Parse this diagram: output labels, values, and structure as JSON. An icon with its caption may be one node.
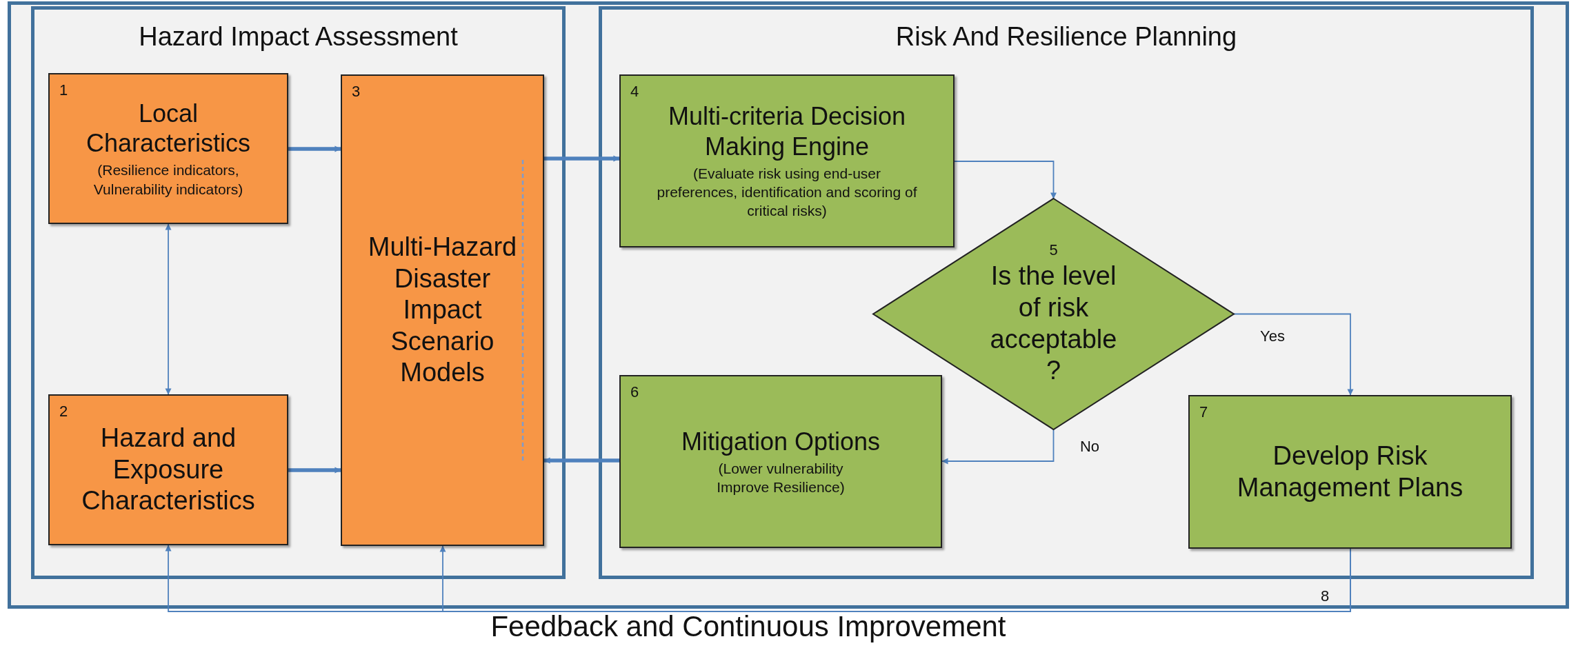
{
  "diagram": {
    "nodes": [
      {
        "text": [
          "Hazard Impact Assessment"
        ]
      },
      {
        "text": [
          "1",
          "Local Characteristics",
          "(Resilience indicators, Vulnerability indicators)"
        ],
        "in": 0
      },
      {
        "text": [
          "2",
          "Hazard and Exposure Characteristics"
        ],
        "in": 0
      },
      {
        "text": [
          "3",
          "Multi-Hazard Disaster Impact Scenario Models"
        ],
        "in": 0
      },
      {
        "text": [
          "Risk And Resilience Planning"
        ]
      },
      {
        "text": [
          "4",
          "Multi-criteria Decision Making Engine",
          "(Evaluate risk using end-user preferences, identification and scoring of critical risks)"
        ],
        "in": 4
      },
      {
        "text": [
          "5",
          "Is the level of risk acceptable ?"
        ],
        "in": 4
      },
      {
        "text": [
          "6",
          "Mitigation Options",
          "(Lower vulnerability Improve Resilience)"
        ],
        "in": 4
      },
      {
        "text": [
          "7",
          "Develop Risk Management Plans"
        ],
        "in": 4
      }
    ],
    "edges": [
      {
        "from": 1,
        "to": 3,
        "arrow": "to",
        "style": "thick"
      },
      {
        "from": 2,
        "to": 3,
        "arrow": "to",
        "style": "thick"
      },
      {
        "from": 1,
        "to": 2,
        "arrow": "both"
      },
      {
        "from": 3,
        "to": 5,
        "arrow": "to",
        "style": "thick"
      },
      {
        "from": 7,
        "to": 3,
        "arrow": "to",
        "style": "thick"
      },
      {
        "from": 5,
        "to": 6,
        "arrow": "to"
      },
      {
        "from": 6,
        "to": 8,
        "arrow": "to",
        "label": "Yes"
      },
      {
        "from": 6,
        "to": 7,
        "arrow": "to",
        "label": "No"
      },
      {
        "from": 8,
        "to": 2,
        "arrow": "to"
      },
      {
        "from": 8,
        "to": 3,
        "arrow": "to"
      }
    ],
    "labels": [
      "8",
      "Feedback and Continuous Improvement"
    ]
  }
}
